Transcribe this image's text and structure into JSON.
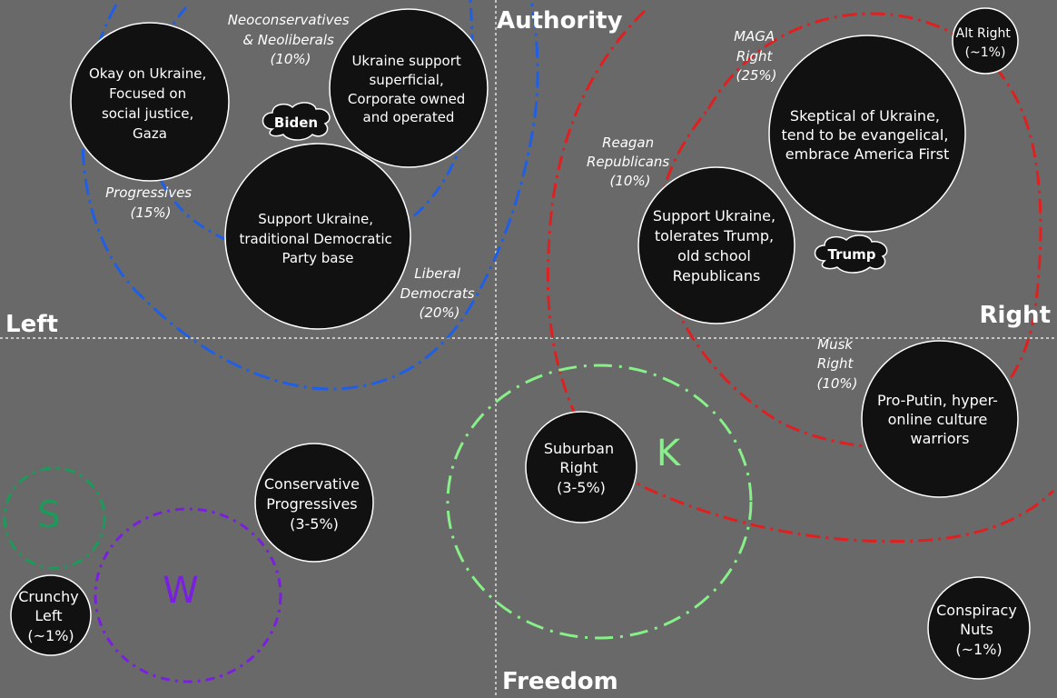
{
  "colors": {
    "background": "#696969",
    "bubble_fill": "#111111",
    "bubble_stroke": "#ffffff",
    "progressives_outline": "#1f5fe6",
    "maga_outline": "#e02020",
    "k_outline": "#88f088",
    "s_outline": "#1b9a5a",
    "w_outline": "#7a1fe0",
    "axis_line": "#ffffff"
  },
  "axes": {
    "top": "Authority",
    "bottom": "Freedom",
    "left": "Left",
    "right": "Right"
  },
  "group_labels": [
    {
      "id": "neocons",
      "lines": [
        "Neoconservatives",
        "& Neoliberals",
        "(10%)"
      ]
    },
    {
      "id": "progressives",
      "lines": [
        "Progressives",
        "(15%)"
      ]
    },
    {
      "id": "liberal-democrats",
      "lines": [
        "Liberal",
        "Democrats",
        "(20%)"
      ]
    },
    {
      "id": "maga-right",
      "lines": [
        "MAGA",
        "Right",
        "(25%)"
      ]
    },
    {
      "id": "reagan-republicans",
      "lines": [
        "Reagan",
        "Republicans",
        "(10%)"
      ]
    },
    {
      "id": "musk-right",
      "lines": [
        "Musk",
        "Right",
        "(10%)"
      ]
    }
  ],
  "bubbles": [
    {
      "id": "okay-on-ukraine",
      "lines": [
        "Okay on Ukraine,",
        "Focused on",
        "social justice,",
        "Gaza"
      ]
    },
    {
      "id": "ukraine-support-superficial",
      "lines": [
        "Ukraine support",
        "superficial,",
        "Corporate owned",
        "and operated"
      ]
    },
    {
      "id": "support-ukraine-democratic",
      "lines": [
        "Support Ukraine,",
        "traditional Democratic",
        "Party base"
      ]
    },
    {
      "id": "alt-right",
      "lines": [
        "Alt Right",
        "(~1%)"
      ]
    },
    {
      "id": "skeptical-of-ukraine",
      "lines": [
        "Skeptical of Ukraine,",
        "tend to be evangelical,",
        "embrace America First"
      ]
    },
    {
      "id": "support-ukraine-republicans",
      "lines": [
        "Support Ukraine,",
        "tolerates Trump,",
        "old school",
        "Republicans"
      ]
    },
    {
      "id": "pro-putin",
      "lines": [
        "Pro-Putin, hyper-",
        "online culture",
        "warriors"
      ]
    },
    {
      "id": "suburban-right",
      "lines": [
        "Suburban",
        "Right",
        "(3-5%)"
      ]
    },
    {
      "id": "conservative-progressives",
      "lines": [
        "Conservative",
        "Progressives",
        "(3-5%)"
      ]
    },
    {
      "id": "crunchy-left",
      "lines": [
        "Crunchy",
        "Left",
        "(~1%)"
      ]
    },
    {
      "id": "conspiracy-nuts",
      "lines": [
        "Conspiracy",
        "Nuts",
        "(~1%)"
      ]
    }
  ],
  "clouds": [
    {
      "id": "biden",
      "label": "Biden"
    },
    {
      "id": "trump",
      "label": "Trump"
    }
  ],
  "letters": [
    {
      "id": "k",
      "label": "K",
      "color": "#88f088"
    },
    {
      "id": "s",
      "label": "S",
      "color": "#1b9a5a"
    },
    {
      "id": "w",
      "label": "W",
      "color": "#7a1fe0"
    }
  ]
}
